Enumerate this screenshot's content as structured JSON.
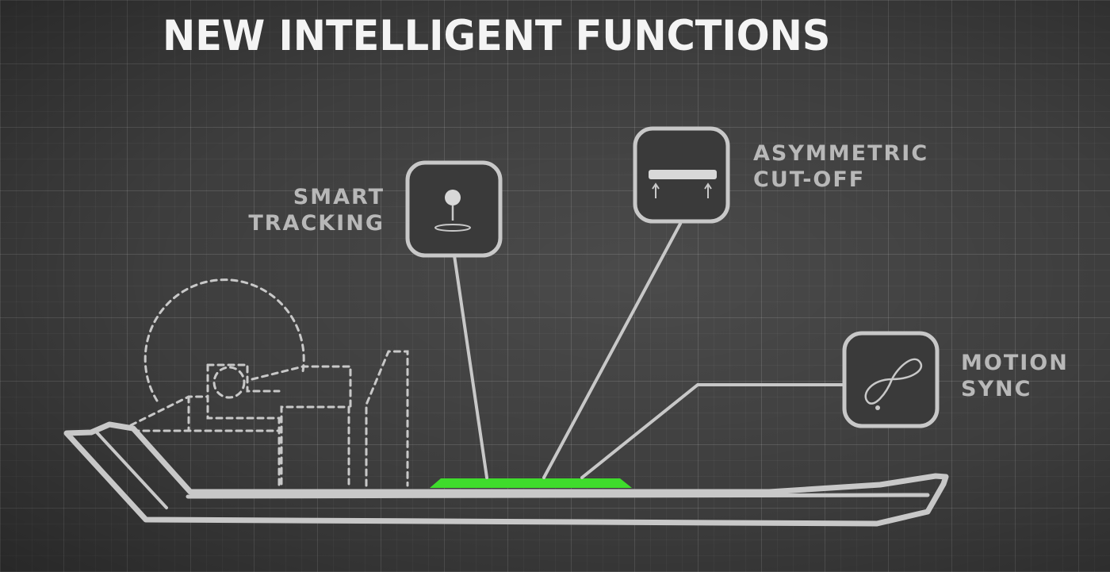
{
  "title": "NEW INTELLIGENT FUNCTIONS",
  "colors": {
    "background": "#3d3d3d",
    "line": "#c8c8c8",
    "label": "#b8b8b8",
    "highlight": "#3fdc2c"
  },
  "features": [
    {
      "id": "smart-tracking",
      "line1": "SMART",
      "line2": "TRACKING",
      "icon": "target-marker-icon"
    },
    {
      "id": "asymmetric-cut-off",
      "line1": "ASYMMETRIC",
      "line2": "CUT-OFF",
      "icon": "cut-off-bar-icon"
    },
    {
      "id": "motion-sync",
      "line1": "MOTION",
      "line2": "SYNC",
      "icon": "infinity-loop-icon"
    }
  ]
}
